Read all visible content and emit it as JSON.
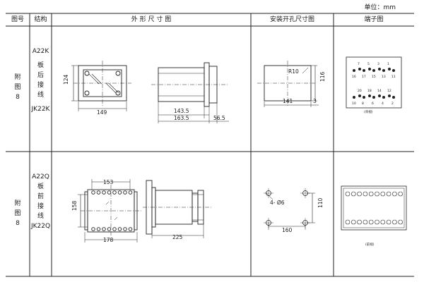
{
  "unit_label": "单位：mm",
  "headers": {
    "fig_no": "图号",
    "structure": "结构",
    "outline": "外 形 尺 寸 图",
    "mounting": "安装开孔尺寸图",
    "terminal": "端子图"
  },
  "rows": [
    {
      "fig_no": [
        "附",
        "图",
        "8"
      ],
      "model_top": "A22K",
      "structure": [
        "板",
        "后",
        "接",
        "线"
      ],
      "model_bottom": "JK22K",
      "outline_dims": [
        "124",
        "149",
        "143.5",
        "163.5",
        "56.5"
      ],
      "mount_dims": [
        "R10",
        "116",
        "141",
        "3"
      ],
      "terminal_numbers": [
        [
          "7",
          "5",
          "3",
          "1"
        ],
        [
          "16",
          "17",
          "15",
          "13",
          "11"
        ],
        [
          "20",
          "18",
          "14",
          "12"
        ],
        [
          "10",
          "8",
          "6",
          "4",
          "2"
        ]
      ],
      "terminal_caption": "(背视)"
    },
    {
      "fig_no": [
        "附",
        "图",
        "8"
      ],
      "model_top": "A22Q",
      "structure": [
        "板",
        "前",
        "接",
        "线"
      ],
      "model_bottom": "JK22Q",
      "outline_dims": [
        "153",
        "158",
        "178",
        "225"
      ],
      "mount_dims": [
        "4- Ø6",
        "110",
        "160"
      ],
      "terminal_caption": "(前视)"
    }
  ]
}
